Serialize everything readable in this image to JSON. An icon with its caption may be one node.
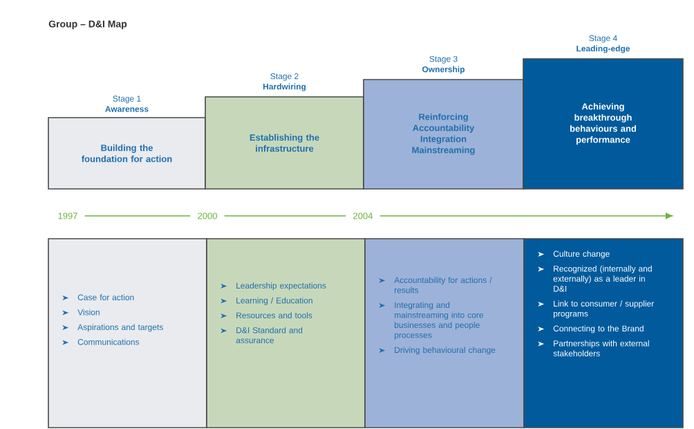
{
  "diagram": {
    "title": "Group – D&I Map",
    "nodes": [
      {
        "text": [
          "Stage 1",
          "Awareness",
          "Building the foundation for action"
        ]
      },
      {
        "text": [
          "Stage 2",
          "Hardwiring",
          "Establishing the infrastructure"
        ]
      },
      {
        "text": [
          "Stage 3",
          "Ownership",
          "Reinforcing Accountability Integration Mainstreaming"
        ]
      },
      {
        "text": [
          "Stage 4",
          "Leading-edge",
          "Achieving breakthrough behaviours and performance"
        ]
      },
      {
        "text": [
          "Case for action",
          "Vision",
          "Aspirations and targets",
          "Communications"
        ]
      },
      {
        "text": [
          "Leadership expectations",
          "Learning / Education",
          "Resources and tools",
          "D&I Standard and assurance"
        ]
      },
      {
        "text": [
          "Accountability for actions / results",
          "Integrating and mainstreaming into core businesses and people processes",
          "Driving behavioural change"
        ]
      },
      {
        "text": [
          "Culture change",
          "Recognized (internally and externally) as a leader in D&I",
          "Link to consumer / supplier programs",
          "Connecting to the Brand",
          "Partnerships with external stakeholders"
        ]
      },
      {
        "text": [
          "1997"
        ]
      },
      {
        "text": [
          "2000"
        ]
      },
      {
        "text": [
          "2004"
        ]
      }
    ],
    "edges": [
      {
        "from": 8,
        "to": 9,
        "arrow": "none"
      },
      {
        "from": 9,
        "to": 10,
        "arrow": "none"
      },
      {
        "from": 10,
        "to": null,
        "arrow": "to"
      }
    ]
  }
}
